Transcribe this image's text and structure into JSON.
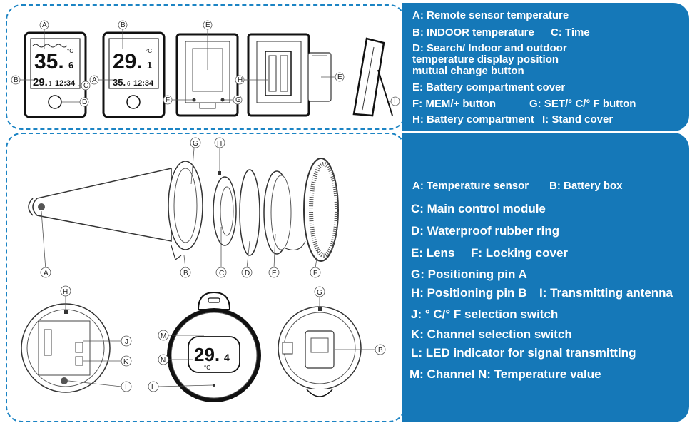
{
  "top_legend": {
    "a": "A: Remote sensor temperature",
    "b": "B: INDOOR temperature",
    "c": "C: Time",
    "d1": "D: Search/ Indoor and outdoor",
    "d2": "temperature display position",
    "d3": "mutual change button",
    "e": "E: Battery compartment cover",
    "f": "F: MEM/+ button",
    "g": "G: SET/° C/° F button",
    "h": "H: Battery compartment",
    "i": "I: Stand cover"
  },
  "bottom_legend": {
    "a": "A: Temperature sensor",
    "b": "B: Battery box",
    "c": "C: Main control module",
    "d": "D: Waterproof rubber ring",
    "e": "E: Lens",
    "f": "F: Locking cover",
    "g": "G: Positioning pin A",
    "h": "H: Positioning pin B",
    "i": "I: Transmitting antenna",
    "j": "J: ° C/° F selection switch",
    "k": "K: Channel selection switch",
    "l": "L: LED indicator for signal transmitting",
    "m": "M: Channel",
    "n": "N: Temperature value"
  },
  "display_front": {
    "outdoor_temp": "35.",
    "outdoor_decimal": "6",
    "unit": "°C",
    "indoor_temp": "29.",
    "indoor_decimal": "1",
    "time": "12:34"
  },
  "display_swapped": {
    "main_temp": "29.",
    "main_decimal": "1",
    "unit": "°C",
    "sub_temp": "35.",
    "sub_decimal": "6",
    "time": "12:34"
  },
  "sensor_display": {
    "temp": "29.",
    "decimal": "4",
    "unit": "°C"
  },
  "part_labels": {
    "A": "A",
    "B": "B",
    "C": "C",
    "D": "D",
    "E": "E",
    "F": "F",
    "G": "G",
    "H": "H",
    "I": "I",
    "J": "J",
    "K": "K",
    "L": "L",
    "M": "M",
    "N": "N"
  }
}
